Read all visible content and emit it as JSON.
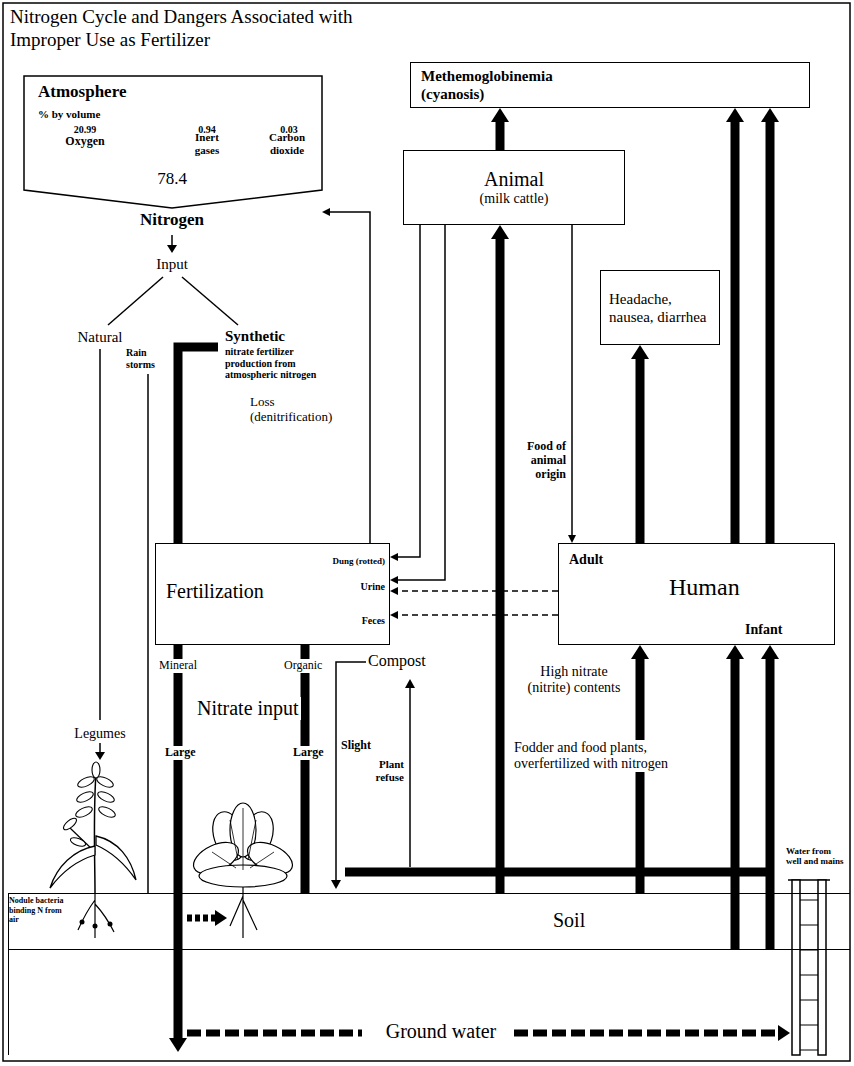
{
  "diagram": {
    "title": "Nitrogen Cycle and Dangers Associated with Improper Use as Fertilizer",
    "nodes": [
      {
        "text": [
          "Atmosphere",
          "% by volume",
          "20.99",
          "Oxygen",
          "0.94",
          "Inert gases",
          "0.03",
          "Carbon dioxide",
          "78.4",
          "Nitrogen"
        ]
      },
      {
        "text": [
          "Methemoglobinemia (cyanosis)"
        ]
      },
      {
        "text": [
          "Animal",
          "(milk cattle)"
        ]
      },
      {
        "text": [
          "Headache, nausea, diarrhea"
        ]
      },
      {
        "text": [
          "Fertilization",
          "Dung (rotted)",
          "Urine",
          "Feces"
        ]
      },
      {
        "text": [
          "Adult",
          "Human",
          "Infant"
        ]
      },
      {
        "text": [
          "Soil"
        ]
      },
      {
        "text": [
          "Ground water"
        ]
      }
    ],
    "edges": [
      {
        "from": 4,
        "to": 0,
        "label": "Loss (denitrification)",
        "arrow": "to"
      },
      {
        "from": 2,
        "to": 4,
        "arrow": "to"
      },
      {
        "from": 2,
        "to": 4,
        "arrow": "to"
      },
      {
        "from": 5,
        "to": 4,
        "arrow": "to"
      },
      {
        "from": 5,
        "to": 4,
        "arrow": "to"
      },
      {
        "from": 2,
        "to": 5,
        "label": "Food of animal origin",
        "arrow": "to"
      },
      {
        "from": 2,
        "to": 1,
        "arrow": "to"
      },
      {
        "from": 5,
        "to": 3,
        "arrow": "to"
      },
      {
        "from": 5,
        "to": 1,
        "arrow": "to"
      },
      {
        "from": 5,
        "to": 1,
        "arrow": "to"
      },
      {
        "from": 6,
        "to": 2,
        "arrow": "to"
      },
      {
        "from": 6,
        "to": 5,
        "arrow": "to"
      },
      {
        "from": 7,
        "to": 5,
        "arrow": "to"
      },
      {
        "from": 7,
        "to": 5,
        "arrow": "to"
      },
      {
        "from": 4,
        "to": 6,
        "label": "Mineral",
        "arrow": "none"
      },
      {
        "from": 4,
        "to": 6,
        "label": "Organic",
        "arrow": "none"
      }
    ],
    "labels": [
      "Input",
      "Natural",
      "Synthetic",
      "nitrate fertilizer production from atmospheric nitrogen",
      "Rain storms",
      "Legumes",
      "Nodule bacteria binding N from air",
      "Nitrate input",
      "Large",
      "Large",
      "Slight",
      "Compost",
      "Plant refuse",
      "High nitrate (nitrite) contents",
      "Fodder and food plants, overfertilized with nitrogen",
      "Water from well and mains"
    ]
  }
}
